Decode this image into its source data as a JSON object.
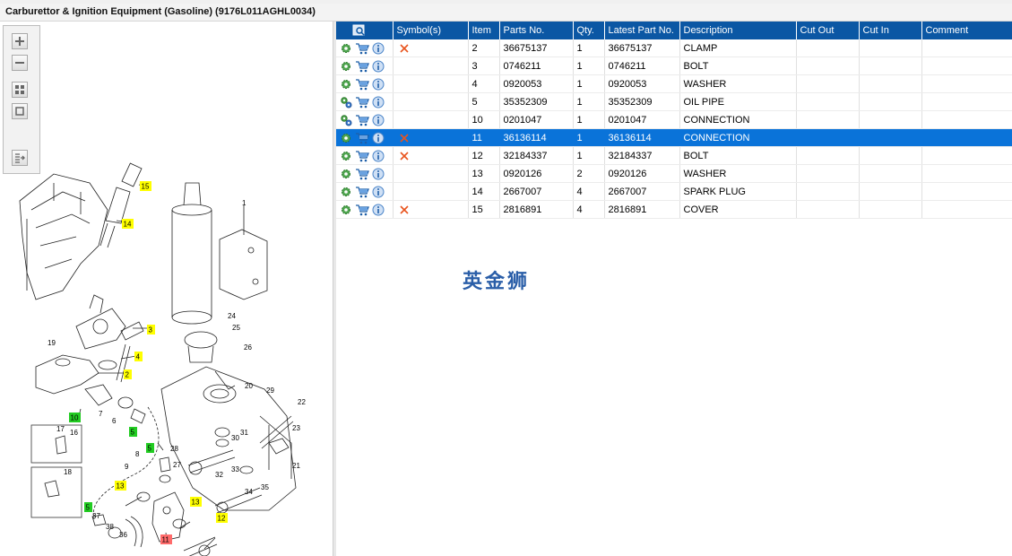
{
  "window": {
    "title": "Carburettor & Ignition Equipment (Gasoline) (9176L011AGHL0034)"
  },
  "diagram": {
    "callouts": {
      "yellow": [
        "15",
        "14",
        "3",
        "4",
        "2",
        "13",
        "13",
        "12"
      ],
      "green": [
        "10",
        "5",
        "5",
        "5"
      ],
      "red": [
        "11"
      ],
      "plain": [
        "1",
        "19",
        "7",
        "6",
        "24",
        "25",
        "26",
        "20",
        "29",
        "22",
        "23",
        "21",
        "31",
        "30",
        "28",
        "27",
        "32",
        "33",
        "34",
        "35",
        "17",
        "16",
        "18",
        "8",
        "9",
        "37",
        "38",
        "36"
      ]
    },
    "tools": [
      "zoom-in-icon",
      "zoom-out-icon",
      "fit-all-icon",
      "fit-window-icon",
      "export-icon"
    ]
  },
  "table": {
    "columns": [
      "",
      "Symbol(s)",
      "Item",
      "Parts No.",
      "Qty.",
      "Latest Part No.",
      "Description",
      "Cut Out",
      "Cut In",
      "Comment"
    ],
    "rows": [
      {
        "gear": "gear",
        "symbol": "x",
        "item": "2",
        "part": "36675137",
        "qty": "1",
        "latest": "36675137",
        "desc": "CLAMP",
        "cut_out": "",
        "cut_in": "",
        "comment": ""
      },
      {
        "gear": "gear",
        "symbol": "",
        "item": "3",
        "part": "0746211",
        "qty": "1",
        "latest": "0746211",
        "desc": "BOLT",
        "cut_out": "",
        "cut_in": "",
        "comment": ""
      },
      {
        "gear": "gear",
        "symbol": "",
        "item": "4",
        "part": "0920053",
        "qty": "1",
        "latest": "0920053",
        "desc": "WASHER",
        "cut_out": "",
        "cut_in": "",
        "comment": ""
      },
      {
        "gear": "gears",
        "symbol": "",
        "item": "5",
        "part": "35352309",
        "qty": "1",
        "latest": "35352309",
        "desc": "OIL PIPE",
        "cut_out": "",
        "cut_in": "",
        "comment": ""
      },
      {
        "gear": "gears",
        "symbol": "",
        "item": "10",
        "part": "0201047",
        "qty": "1",
        "latest": "0201047",
        "desc": "CONNECTION",
        "cut_out": "",
        "cut_in": "",
        "comment": ""
      },
      {
        "gear": "gear",
        "symbol": "x",
        "item": "11",
        "part": "36136114",
        "qty": "1",
        "latest": "36136114",
        "desc": "CONNECTION",
        "cut_out": "",
        "cut_in": "",
        "comment": ""
      },
      {
        "gear": "gear",
        "symbol": "x",
        "item": "12",
        "part": "32184337",
        "qty": "1",
        "latest": "32184337",
        "desc": "BOLT",
        "cut_out": "",
        "cut_in": "",
        "comment": ""
      },
      {
        "gear": "gear",
        "symbol": "",
        "item": "13",
        "part": "0920126",
        "qty": "2",
        "latest": "0920126",
        "desc": "WASHER",
        "cut_out": "",
        "cut_in": "",
        "comment": ""
      },
      {
        "gear": "gear",
        "symbol": "",
        "item": "14",
        "part": "2667007",
        "qty": "4",
        "latest": "2667007",
        "desc": "SPARK PLUG",
        "cut_out": "",
        "cut_in": "",
        "comment": ""
      },
      {
        "gear": "gear",
        "symbol": "x",
        "item": "15",
        "part": "2816891",
        "qty": "4",
        "latest": "2816891",
        "desc": "COVER",
        "cut_out": "",
        "cut_in": "",
        "comment": ""
      }
    ],
    "selected_row": 5
  },
  "watermark": "英金狮",
  "colors": {
    "header_bg": "#0b57a4",
    "selected_row": "#0a73d9",
    "callout_yellow": "#ffff00",
    "callout_green": "#22cc22",
    "callout_red": "#ff6b6b",
    "delete_x": "#e8541e"
  }
}
